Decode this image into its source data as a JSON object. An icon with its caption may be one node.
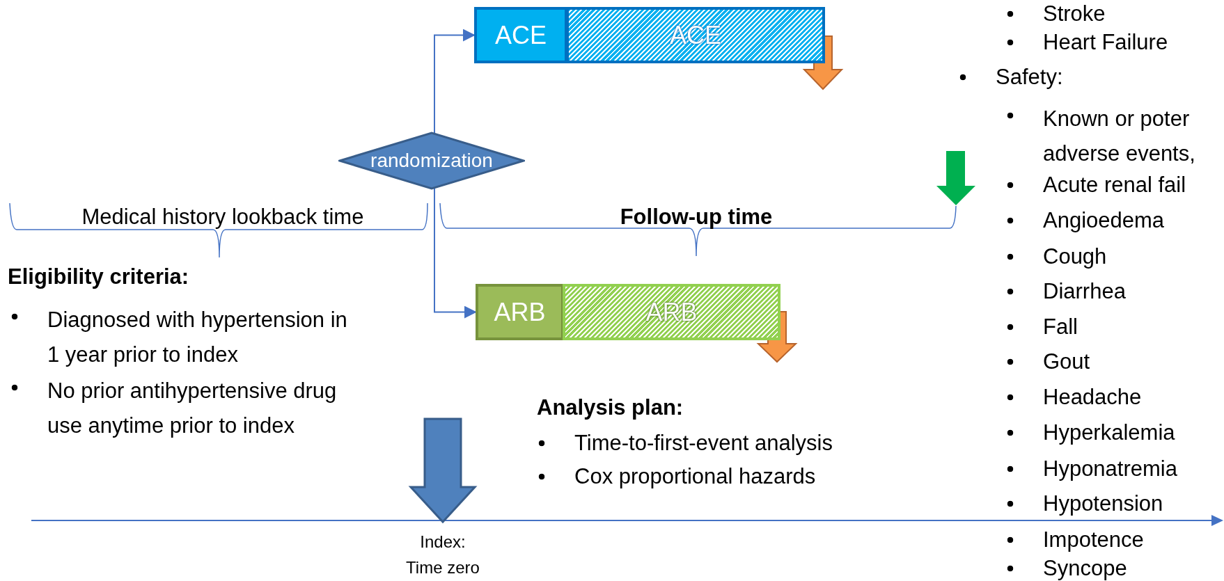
{
  "diagram": {
    "nodes": [
      {
        "text": [
          "randomization"
        ]
      },
      {
        "text": [
          "ACE"
        ]
      },
      {
        "text": [
          "ACE"
        ]
      },
      {
        "text": [
          "ARB"
        ]
      },
      {
        "text": [
          "ARB"
        ]
      }
    ],
    "edges": [
      {
        "from": 0,
        "to": 1,
        "arrow": "to"
      },
      {
        "from": 0,
        "to": 3,
        "arrow": "to"
      }
    ],
    "labels": [
      "Stroke",
      "Heart Failure",
      "Safety:",
      "Known or poter adverse events,",
      "Acute renal fail",
      "Medical history lookback time",
      "Follow-up time",
      "Angioedema",
      "Cough",
      "Eligibility criteria:",
      "Diarrhea",
      "Diagnosed with hypertension in 1 year prior to index",
      "Fall",
      "Gout",
      "No prior antihypertensive drug use anytime prior to index",
      "Analysis plan:",
      "Headache",
      "Hyperkalemia",
      "Time-to-first-event analysis",
      "Hyponatremia",
      "Cox proportional hazards",
      "Hypotension",
      "Impotence",
      "Index: Time zero",
      "Syncope"
    ]
  }
}
